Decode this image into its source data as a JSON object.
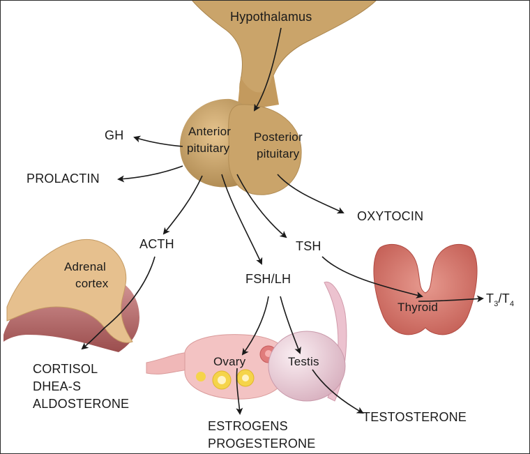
{
  "labels": {
    "hypothalamus": "Hypothalamus",
    "anterior_pituitary": [
      "Anterior",
      "pituitary"
    ],
    "posterior_pituitary": [
      "Posterior",
      "pituitary"
    ],
    "gh": "GH",
    "prolactin": "PROLACTIN",
    "oxytocin": "OXYTOCIN",
    "acth": "ACTH",
    "tsh": "TSH",
    "fsh_lh": "FSH/LH",
    "adrenal_cortex": [
      "Adrenal",
      "cortex"
    ],
    "thyroid": "Thyroid",
    "t3_t4": {
      "t": "T",
      "sub3": "3",
      "slash": "/",
      "t2": "T",
      "sub4": "4"
    },
    "cortisol_group": [
      "CORTISOL",
      "DHEA-S",
      "ALDOSTERONE"
    ],
    "ovary": "Ovary",
    "testis": "Testis",
    "estrogens_group": [
      "ESTROGENS",
      "PROGESTERONE"
    ],
    "testosterone": "TESTOSTERONE"
  },
  "colors": {
    "pituitary": "#caa46a",
    "pituitary_shade": "#a9844c",
    "adrenal": "#e6c08e",
    "kidney": "#b56a6a",
    "thyroid": "#d97b72",
    "ovary": "#f0b8b8",
    "follicle": "#f5d44a",
    "testis": "#ecd2dc",
    "arrow": "#1a1a1a"
  }
}
